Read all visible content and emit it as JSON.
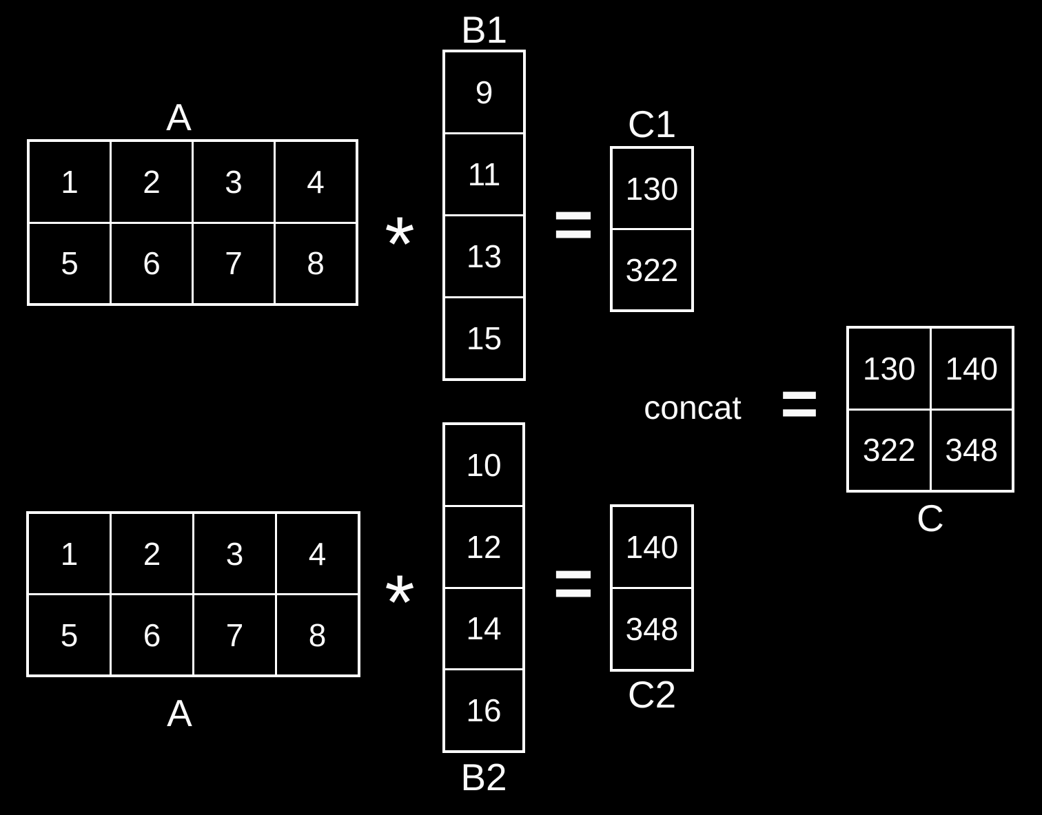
{
  "diagram": {
    "title": "matrix-multiplication-column-parallel",
    "background_color": "#000000",
    "line_color": "#ffffff",
    "text_color": "#fafafa"
  },
  "op1": {
    "a_label": "A",
    "a": [
      [
        "1",
        "2",
        "3",
        "4"
      ],
      [
        "5",
        "6",
        "7",
        "8"
      ]
    ],
    "multiply": "*",
    "b_label": "B1",
    "b": [
      "9",
      "11",
      "13",
      "15"
    ],
    "equals": "=",
    "c_label": "C1",
    "c": [
      "130",
      "322"
    ]
  },
  "op2": {
    "a_label": "A",
    "a": [
      [
        "1",
        "2",
        "3",
        "4"
      ],
      [
        "5",
        "6",
        "7",
        "8"
      ]
    ],
    "multiply": "*",
    "b_label": "B2",
    "b": [
      "10",
      "12",
      "14",
      "16"
    ],
    "equals": "=",
    "c_label": "C2",
    "c": [
      "140",
      "348"
    ]
  },
  "concat": {
    "label": "concat",
    "equals": "=",
    "result_label": "C",
    "result": [
      [
        "130",
        "140"
      ],
      [
        "322",
        "348"
      ]
    ]
  }
}
